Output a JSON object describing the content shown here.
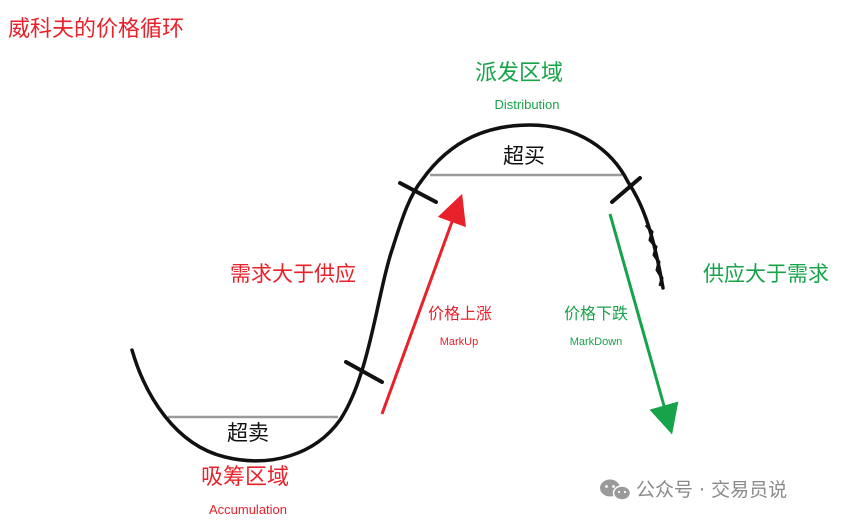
{
  "diagram": {
    "title": "威科夫的价格循环",
    "distribution": {
      "label": "派发区域",
      "sublabel": "Distribution",
      "overbought": "超买"
    },
    "accumulation": {
      "label": "吸筹区域",
      "sublabel": "Accumulation",
      "oversold": "超卖"
    },
    "markup": {
      "label": "价格上涨",
      "sublabel": "MarkUp",
      "side_label": "需求大于供应"
    },
    "markdown": {
      "label": "价格下跌",
      "sublabel": "MarkDown",
      "side_label": "供应大于需求"
    },
    "watermark": "公众号 · 交易员说"
  },
  "colors": {
    "red": "#e8212a",
    "green": "#17a34a",
    "curve": "#111111",
    "band_line": "#9a9a9a",
    "watermark": "#8a8a8a"
  },
  "icons": {
    "watermark_logo": "wechat-logo-icon"
  }
}
